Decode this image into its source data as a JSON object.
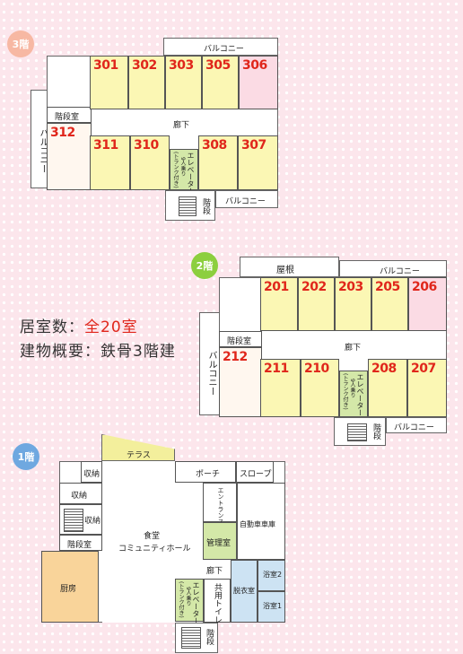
{
  "floor3": {
    "badge": "3階",
    "balcony_top": "バルコニー",
    "stairs_label": "階段",
    "stair_room": "階段室",
    "corridor": "廊下",
    "balcony_left": "バルコニー",
    "balcony_bottom": "バルコニー",
    "stairs_bottom": "階段",
    "elevator": "エレベーター",
    "elevator_sub": "9人乗り",
    "elevator_note": "(トランク付き)",
    "rooms": [
      "301",
      "302",
      "303",
      "305",
      "306",
      "312",
      "311",
      "310",
      "308",
      "307"
    ]
  },
  "floor2": {
    "badge": "2階",
    "roof": "屋根",
    "balcony_top": "バルコニー",
    "stairs_label": "階段",
    "stair_room": "階段室",
    "corridor": "廊下",
    "balcony_left": "バルコニー",
    "balcony_bottom": "バルコニー",
    "stairs_bottom": "階段",
    "elevator": "エレベーター",
    "elevator_sub": "9人乗り",
    "elevator_note": "(トランク付き)",
    "rooms": [
      "201",
      "202",
      "203",
      "205",
      "206",
      "212",
      "211",
      "210",
      "208",
      "207"
    ]
  },
  "floor1": {
    "badge": "1階",
    "terrace": "テラス",
    "storage1": "収納",
    "storage2": "収納",
    "storage3": "収納",
    "stair_room": "階段室",
    "porch": "ポーチ",
    "slope": "スロープ",
    "entrance": "エントランス",
    "garage": "自動車車庫",
    "hall": "食堂",
    "hall_sub": "コミュニティホール",
    "management": "管理室",
    "kitchen": "厨房",
    "corridor": "廊下",
    "toilet": "共用トイレ",
    "dressing": "脱衣室",
    "bath2": "浴室2",
    "bath1": "浴室1",
    "elevator": "エレベーター",
    "elevator_sub": "9人乗り",
    "elevator_note": "(トランク付き)",
    "stairs_bottom": "階段"
  },
  "info": {
    "rooms_label": "居室数：",
    "rooms_value": "全20室",
    "structure_label": "建物概要：",
    "structure_value": "鉄骨3階建"
  },
  "colors": {
    "badge3": "#f7b8a3",
    "badge2": "#8ccf3e",
    "badge1": "#6fa8e0",
    "room": "#fbf7b4",
    "room_pink": "#fbdbe4",
    "accent_red": "#e0261b"
  }
}
